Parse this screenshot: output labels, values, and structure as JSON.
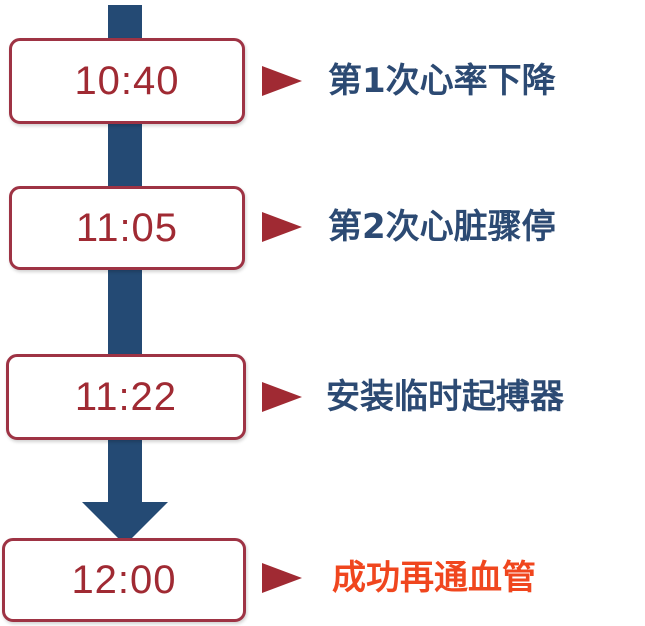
{
  "colors": {
    "timeline_bar": "#244a74",
    "box_border": "#9e3344",
    "time_text": "#a02a33",
    "pointer": "#a02a33",
    "event_text": "#2c4a73",
    "final_event_text": "#f0461e"
  },
  "events": [
    {
      "time": "10:40",
      "label": "第1次心率下降"
    },
    {
      "time": "11:05",
      "label": "第2次心脏骤停"
    },
    {
      "time": "11:22",
      "label": "安装临时起搏器"
    },
    {
      "time": "12:00",
      "label": "成功再通血管"
    }
  ]
}
